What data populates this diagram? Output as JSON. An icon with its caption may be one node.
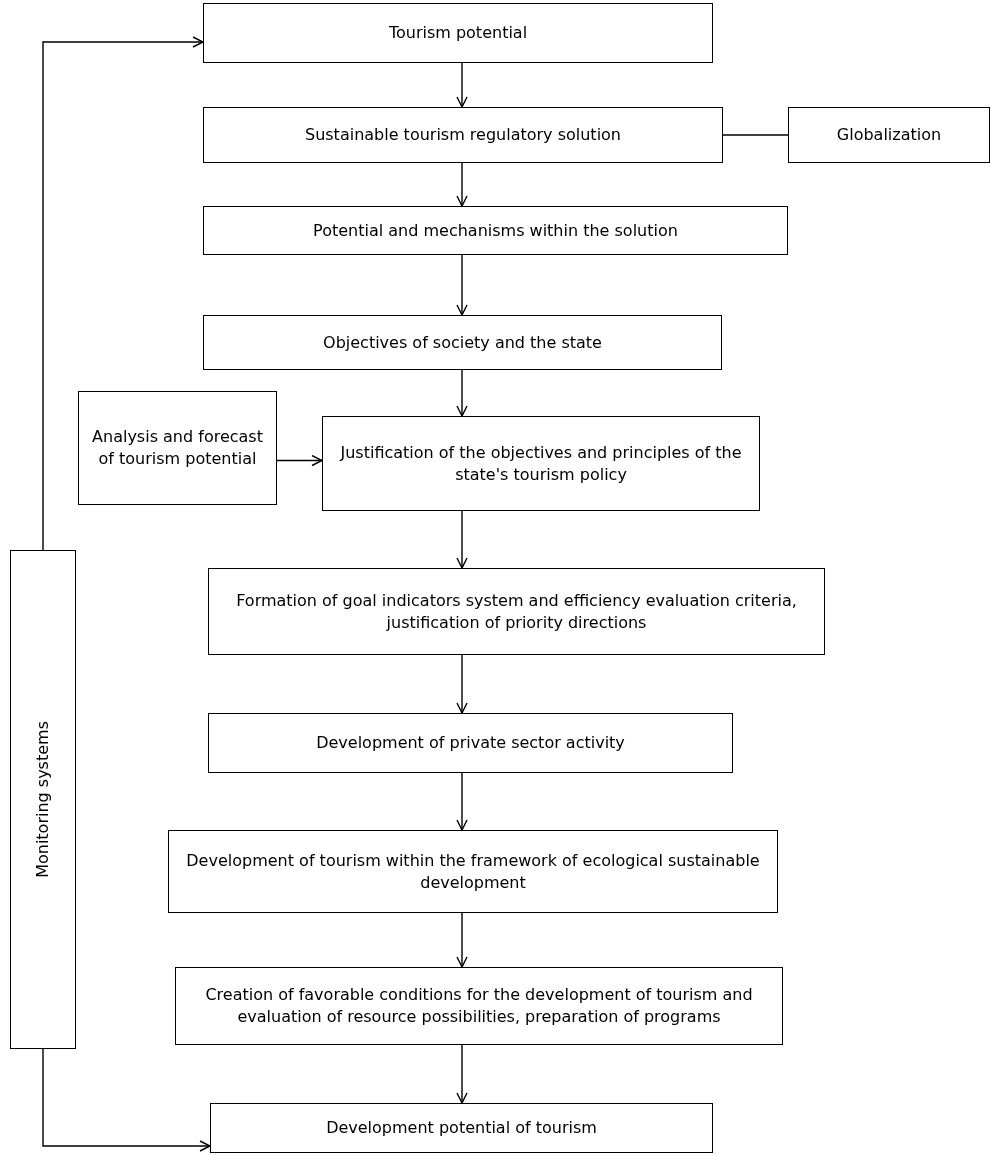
{
  "diagram": {
    "nodes": [
      {
        "text": [
          "Tourism potential"
        ]
      },
      {
        "text": [
          "Sustainable tourism regulatory solution"
        ]
      },
      {
        "text": [
          "Globalization"
        ]
      },
      {
        "text": [
          "Potential and mechanisms within the solution"
        ]
      },
      {
        "text": [
          "Objectives of society and the state"
        ]
      },
      {
        "text": [
          "Analysis and forecast of tourism potential"
        ]
      },
      {
        "text": [
          "Justification of the objectives and principles of the state's tourism policy"
        ]
      },
      {
        "text": [
          "Formation of goal indicators system and efficiency evaluation criteria, justification of priority directions"
        ]
      },
      {
        "text": [
          "Development of private sector activity"
        ]
      },
      {
        "text": [
          "Development of tourism within the framework of ecological sustainable development"
        ]
      },
      {
        "text": [
          "Creation of favorable conditions for the development of tourism and evaluation of resource possibilities, preparation of programs"
        ]
      },
      {
        "text": [
          "Development potential of tourism"
        ]
      },
      {
        "text": [
          "Monitoring systems"
        ]
      }
    ],
    "edges": [
      {
        "from": 0,
        "to": 1,
        "arrow": "to"
      },
      {
        "from": 1,
        "to": 2,
        "arrow": "none"
      },
      {
        "from": 1,
        "to": 3,
        "arrow": "to"
      },
      {
        "from": 3,
        "to": 4,
        "arrow": "to"
      },
      {
        "from": 4,
        "to": 6,
        "arrow": "to"
      },
      {
        "from": 5,
        "to": 6,
        "arrow": "to"
      },
      {
        "from": 6,
        "to": 7,
        "arrow": "to"
      },
      {
        "from": 7,
        "to": 8,
        "arrow": "to"
      },
      {
        "from": 8,
        "to": 9,
        "arrow": "to"
      },
      {
        "from": 9,
        "to": 10,
        "arrow": "to"
      },
      {
        "from": 10,
        "to": 11,
        "arrow": "to"
      },
      {
        "from": 12,
        "to": 0,
        "arrow": "to"
      },
      {
        "from": 12,
        "to": 11,
        "arrow": "to"
      }
    ]
  }
}
